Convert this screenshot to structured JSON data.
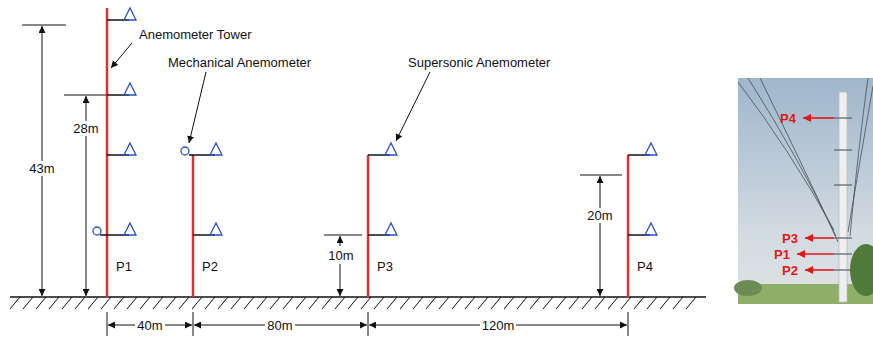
{
  "diagram": {
    "labels": [
      "Anemometer Tower",
      "Mechanical Anemometer",
      "Supersonic Anemometer",
      "43m",
      "28m",
      "10m",
      "20m",
      "P1",
      "P2",
      "P3",
      "P4",
      "40m",
      "80m",
      "120m",
      "P4",
      "P3",
      "P1",
      "P2"
    ]
  }
}
